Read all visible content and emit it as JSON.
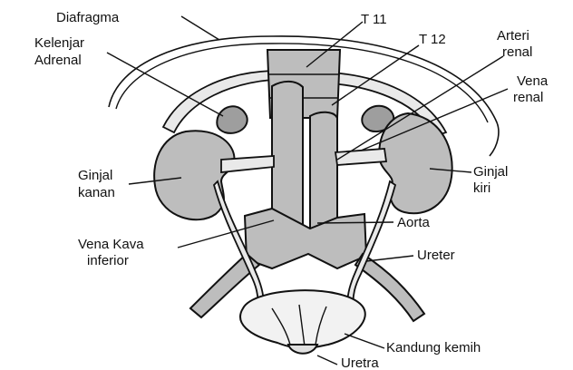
{
  "labels": {
    "diafragma": "Diafragma",
    "t11": "T 11",
    "t12": "T 12",
    "kelenjar_1": "Kelenjar",
    "kelenjar_2": "Adrenal",
    "arteri_1": "Arteri",
    "arteri_2": "renal",
    "vena_renal_1": "Vena",
    "vena_renal_2": "renal",
    "ginjal_kanan_1": "Ginjal",
    "ginjal_kanan_2": "kanan",
    "ginjal_kiri_1": "Ginjal",
    "ginjal_kiri_2": "kiri",
    "aorta": "Aorta",
    "vena_kava_1": "Vena Kava",
    "vena_kava_2": "inferior",
    "ureter": "Ureter",
    "kandung_kemih": "Kandung kemih",
    "uretra": "Uretra"
  }
}
